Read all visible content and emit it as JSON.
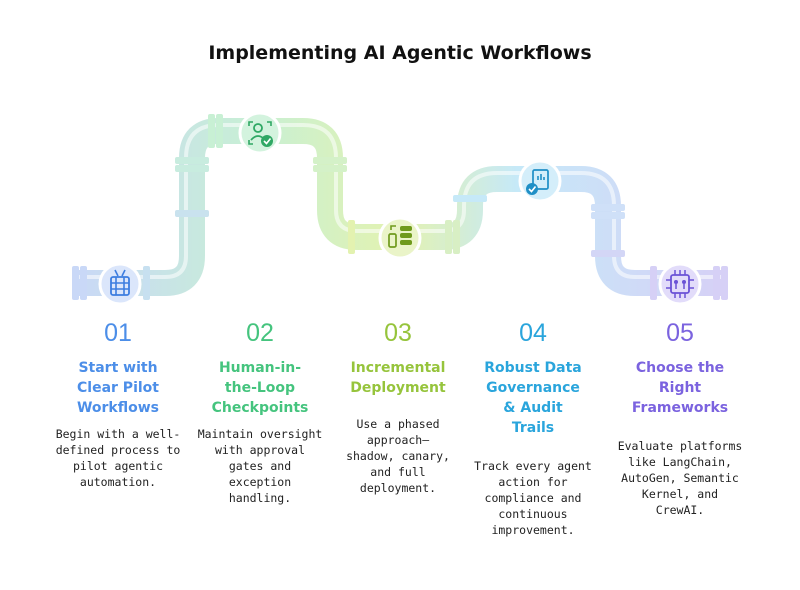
{
  "title": "Implementing AI Agentic Workflows",
  "colors": {
    "step1": "#4c8ee8",
    "step2": "#45c47e",
    "step3": "#96c43c",
    "step4": "#2aa5dc",
    "step5": "#7b63df"
  },
  "steps": [
    {
      "number": "01",
      "title_lines": [
        "Start with",
        "Clear Pilot",
        "Workflows"
      ],
      "desc_lines": [
        "Begin with a well-",
        "defined process to",
        "pilot agentic",
        "automation."
      ],
      "icon": "server-rack-icon"
    },
    {
      "number": "02",
      "title_lines": [
        "Human-in-",
        "the-Loop",
        "Checkpoints"
      ],
      "desc_lines": [
        "Maintain oversight",
        "with approval",
        "gates and",
        "exception handling."
      ],
      "icon": "user-check-icon"
    },
    {
      "number": "03",
      "title_lines": [
        "Incremental",
        "Deployment"
      ],
      "desc_lines": [
        "Use a phased",
        "approach—",
        "shadow, canary,",
        "and full",
        "deployment."
      ],
      "icon": "phased-deploy-icon"
    },
    {
      "number": "04",
      "title_lines": [
        "Robust Data",
        "Governance",
        "& Audit",
        "Trails"
      ],
      "desc_lines": [
        "Track every agent",
        "action for",
        "compliance and",
        "continuous",
        "improvement."
      ],
      "icon": "audit-report-icon"
    },
    {
      "number": "05",
      "title_lines": [
        "Choose the",
        "Right",
        "Frameworks"
      ],
      "desc_lines": [
        "Evaluate platforms",
        "like LangChain,",
        "AutoGen, Semantic",
        "Kernel, and",
        "CrewAI."
      ],
      "icon": "cpu-chip-icon"
    }
  ]
}
